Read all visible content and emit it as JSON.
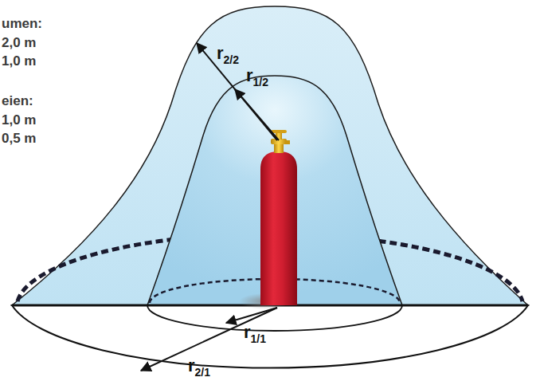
{
  "diagram": {
    "labels": [
      "umen:",
      "2,0 m",
      "1,0 m",
      "eien:",
      "1,0 m",
      "0,5 m",
      "r2/2",
      "r1/2",
      "r1/1",
      "r2/1"
    ]
  }
}
